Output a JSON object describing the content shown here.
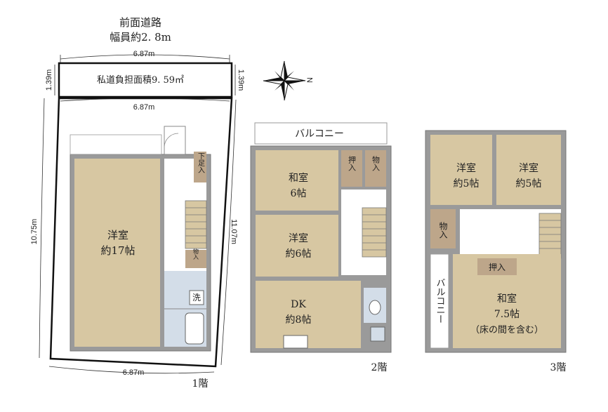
{
  "road": {
    "line1": "前面道路",
    "line2": "幅員約2. 8m"
  },
  "dims": {
    "top_width": "6.87m",
    "private_road_width": "6.87m",
    "bottom_width": "6.87m",
    "left_depth": "10.75m",
    "right_depth": "11.07m",
    "private_left": "1.39m",
    "private_right": "1.39m"
  },
  "private_road": {
    "label": "私道負担面積9. 59㎡"
  },
  "compass": {
    "letter": "N"
  },
  "floor1": {
    "label": "1階",
    "rooms": [
      {
        "name": "洋室",
        "size": "約17帖"
      }
    ],
    "closet_shoes": "下足入",
    "storage": "物入",
    "washer": "洗"
  },
  "floor2": {
    "label": "2階",
    "balcony": "バルコニー",
    "rooms": [
      {
        "name": "和室",
        "size": "6帖"
      },
      {
        "name": "洋室",
        "size": "約6帖"
      },
      {
        "name": "DK",
        "size": "約8帖"
      }
    ],
    "oshiire": "押入",
    "monoire": "物入"
  },
  "floor3": {
    "label": "3階",
    "balcony": "バルコニー",
    "rooms": [
      {
        "name": "洋室",
        "size": "約5帖"
      },
      {
        "name": "洋室",
        "size": "約5帖"
      },
      {
        "name": "和室",
        "size": "7.5帖",
        "note": "（床の間を含む）"
      }
    ],
    "monoire": "物入",
    "oshiire": "押入"
  },
  "colors": {
    "room": "#d7c7a2",
    "storage": "#bda68a",
    "wall": "#8a8a8a",
    "bath": "#d3dde8",
    "outline": "#222222"
  }
}
